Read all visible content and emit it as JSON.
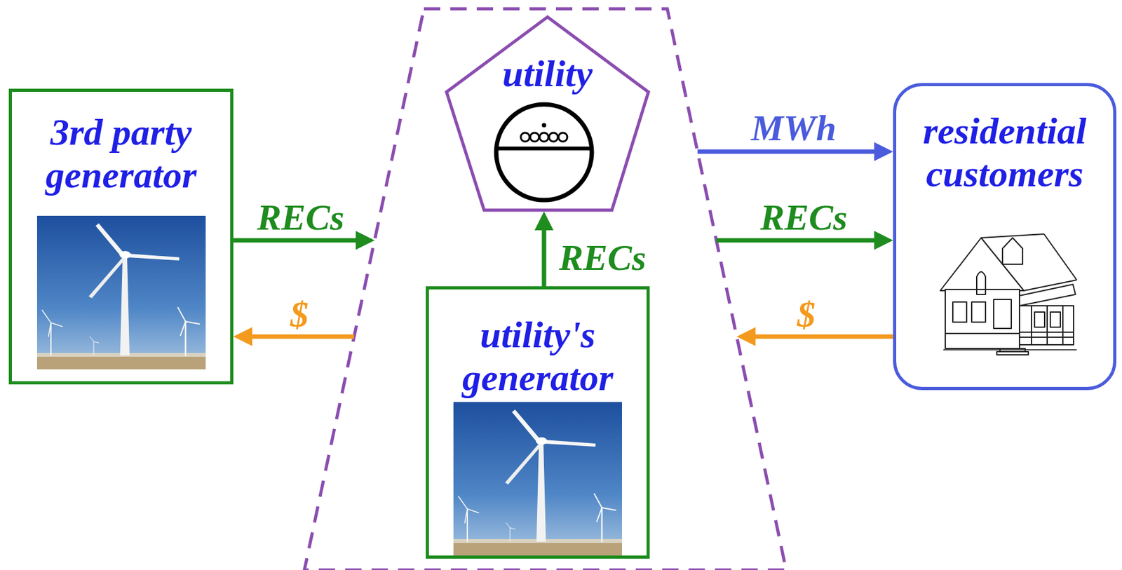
{
  "diagram": {
    "nodes": [
      {
        "text": [
          "3rd party generator"
        ]
      },
      {
        "text": [
          "utility"
        ]
      },
      {
        "text": [
          "utility's generator"
        ]
      },
      {
        "text": [
          "residential customers"
        ]
      }
    ],
    "edges": [
      {
        "from": 0,
        "to": 1,
        "label": "RECs",
        "arrow": "to"
      },
      {
        "from": 1,
        "to": 0,
        "label": "$",
        "arrow": "to"
      },
      {
        "from": 2,
        "to": 1,
        "label": "RECs",
        "arrow": "to"
      },
      {
        "from": 1,
        "to": 3,
        "label": "MWh",
        "arrow": "to"
      },
      {
        "from": 1,
        "to": 3,
        "label": "RECs",
        "arrow": "to"
      },
      {
        "from": 3,
        "to": 1,
        "label": "$",
        "arrow": "to"
      }
    ]
  }
}
